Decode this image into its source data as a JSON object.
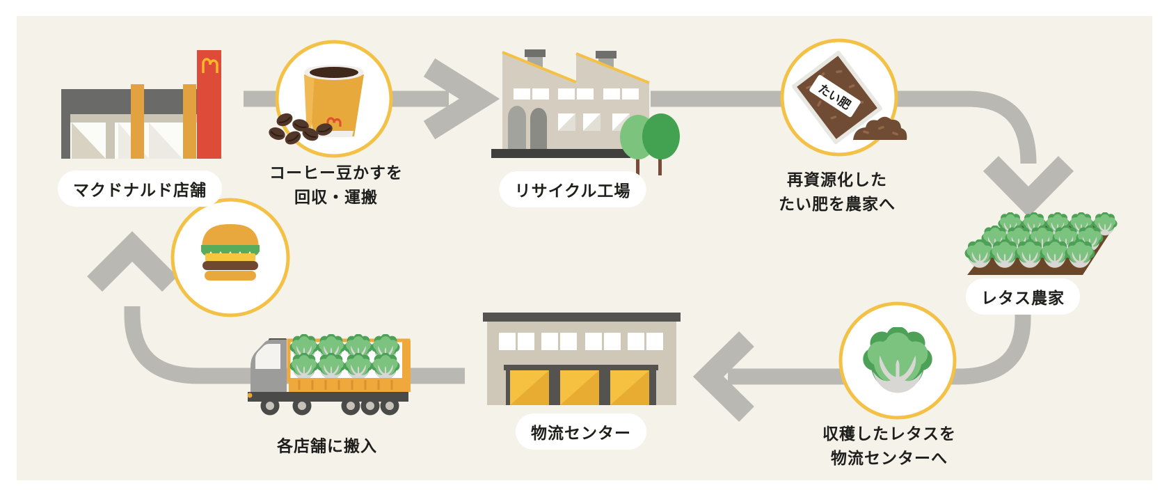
{
  "diagram": {
    "title_hint": "coffee-grounds-recycling-cycle",
    "nodes": {
      "store": {
        "label": "マクドナルド店舗",
        "icon": "mcdonalds-store"
      },
      "coffee": {
        "line1": "コーヒー豆かすを",
        "line2": "回収・運搬",
        "icon": "coffee-cup"
      },
      "factory": {
        "label": "リサイクル工場",
        "icon": "recycling-factory"
      },
      "compost": {
        "line1": "再資源化した",
        "line2": "たい肥を農家へ",
        "icon": "compost-bag",
        "bag_text": "たい肥"
      },
      "farm": {
        "label": "レタス農家",
        "icon": "lettuce-field"
      },
      "harvest": {
        "line1": "収穫したレタスを",
        "line2": "物流センターへ",
        "icon": "lettuce-head"
      },
      "logistics": {
        "label": "物流センター",
        "icon": "logistics-center"
      },
      "delivery": {
        "label": "各店舗に搬入",
        "icon": "delivery-truck"
      },
      "burger": {
        "icon": "hamburger"
      }
    },
    "palette": {
      "panel_background": "#F4F2E9",
      "arrow_gray": "#B9B8B2",
      "circle_ring_yellow": "#F3C146",
      "mcdonalds_red": "#DE4B38",
      "golden_arches": "#FBB62C",
      "accent_orange": "#E8A93C",
      "door_yellow": "#F6C140",
      "building_beige": "#D5CEC0",
      "dark_gray": "#55534F",
      "lettuce_green": "#7BC37F",
      "lettuce_dark_green": "#4CA156",
      "compost_brown": "#6F4C33",
      "soil_brown": "#6B472A",
      "text_black": "#1E1E1C"
    }
  }
}
